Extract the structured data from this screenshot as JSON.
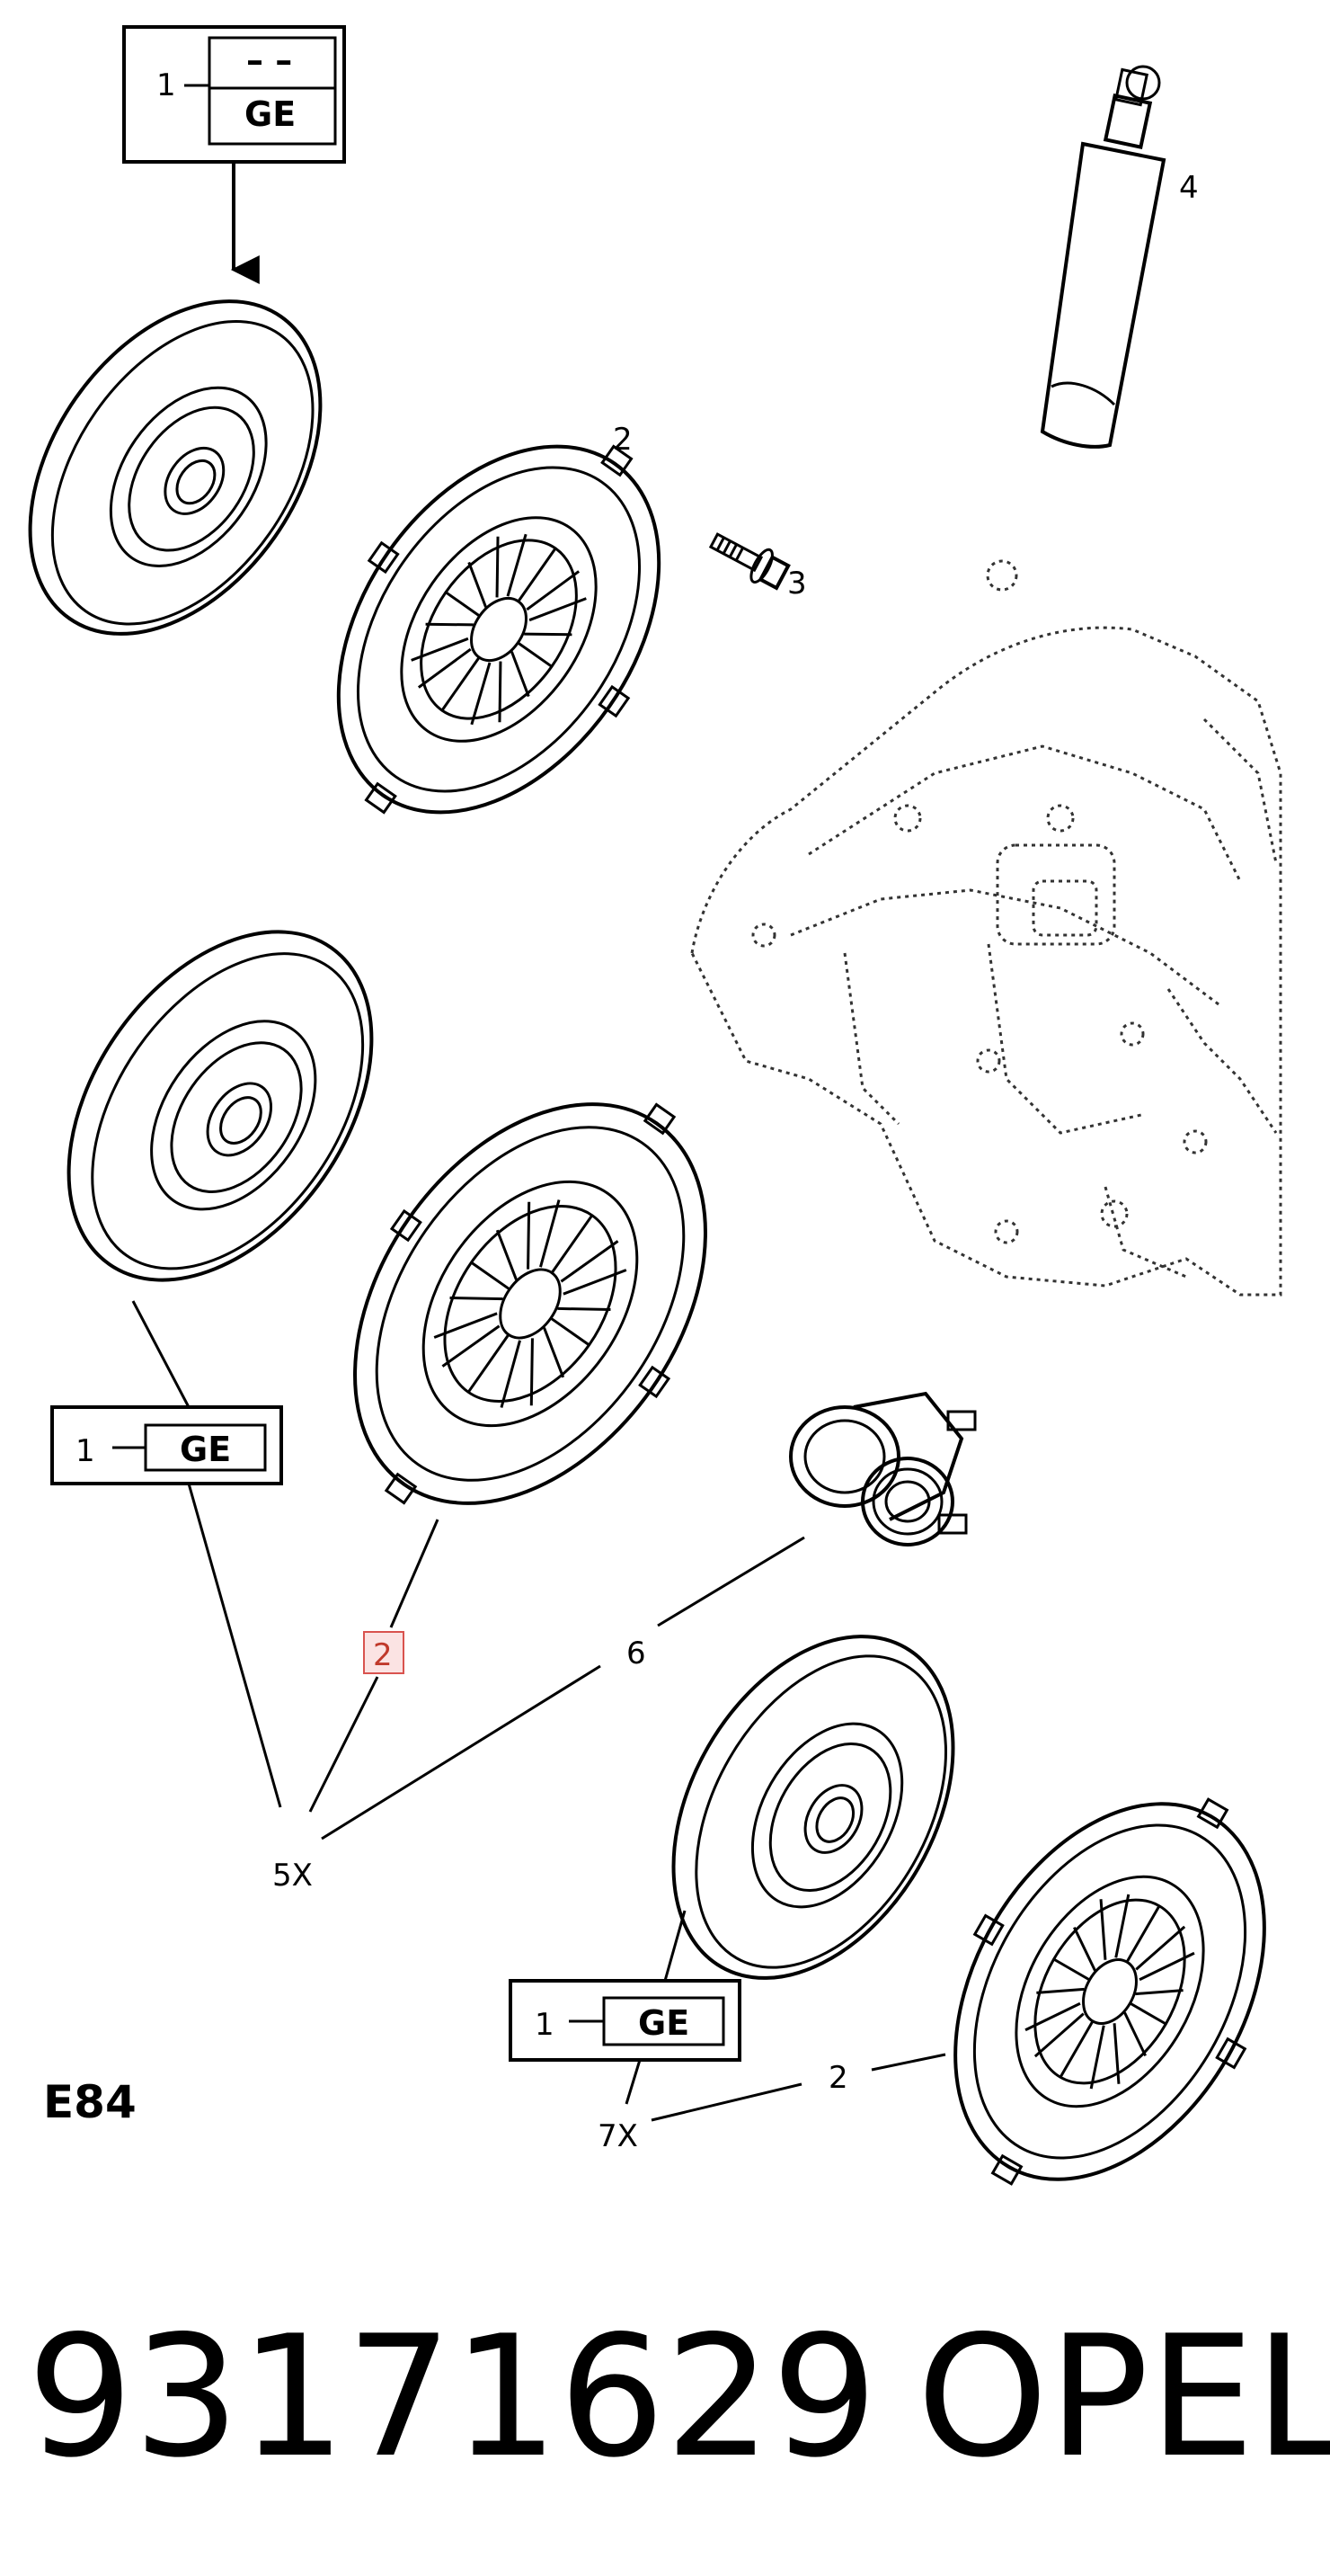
{
  "section_code": "E84",
  "part_number": "93171629",
  "brand": "OPEL",
  "callouts": {
    "ge_box_top_qty": "1",
    "ge_box_top_dashes": "– –",
    "ge_box_top_label": "GE",
    "pressure_plate_top": "2",
    "bolt": "3",
    "tube": "4",
    "ge_box_mid_qty": "1",
    "ge_box_mid_label": "GE",
    "pressure_plate_highlighted": "2",
    "release_bearing": "6",
    "group_5x": "5X",
    "ge_box_low_qty": "1",
    "ge_box_low_label": "GE",
    "pressure_plate_low": "2",
    "group_7x": "7X"
  },
  "colors": {
    "highlight_fill": "#fbe3e3",
    "highlight_stroke": "#d9534f",
    "line": "#000000"
  }
}
